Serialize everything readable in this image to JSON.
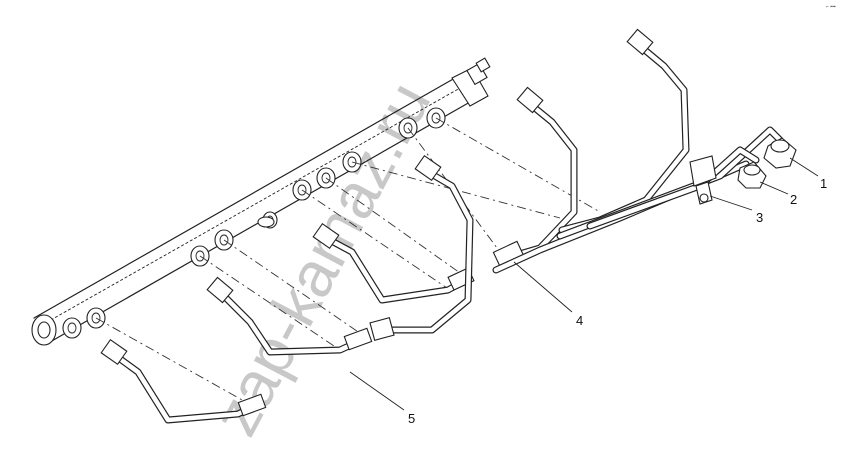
{
  "diagram": {
    "callouts": [
      {
        "label": "1"
      },
      {
        "label": "2"
      },
      {
        "label": "3"
      },
      {
        "label": "4"
      },
      {
        "label": "5"
      }
    ],
    "watermark": "zap-kamaz.ru",
    "corner_mark": "⌐ ▪▪▪"
  }
}
